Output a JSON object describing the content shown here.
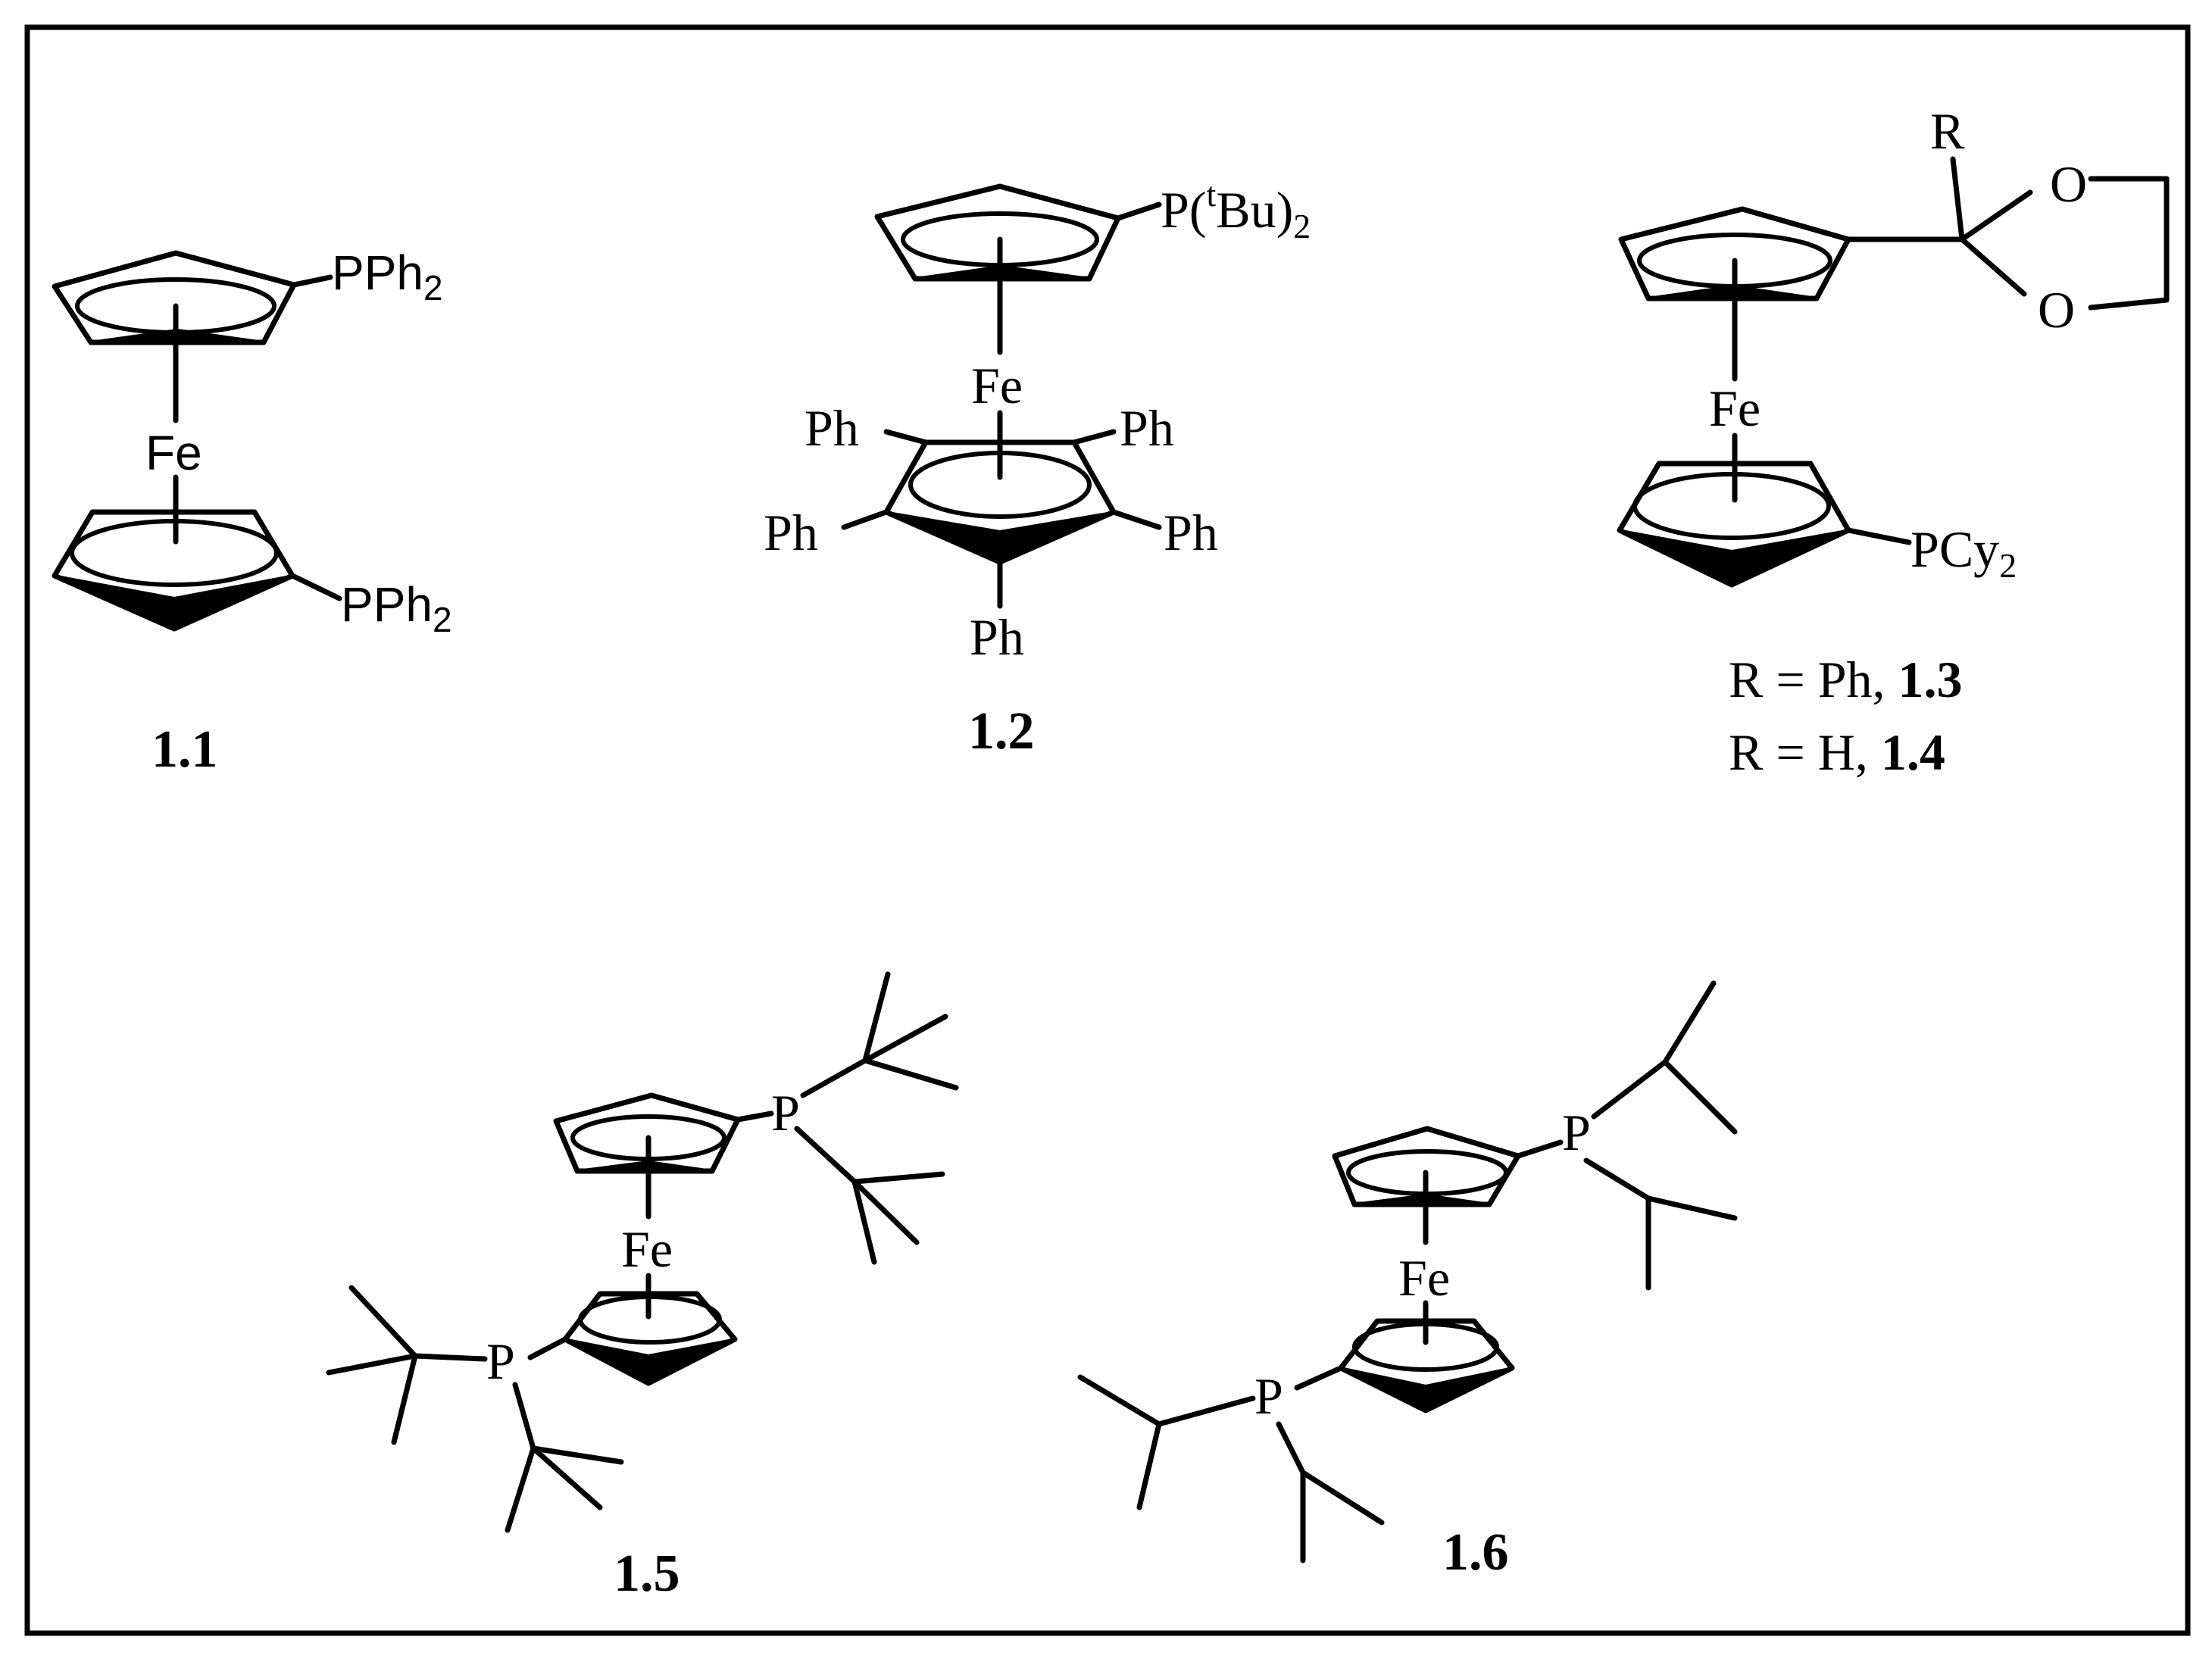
{
  "compounds": [
    {
      "id": "1.1",
      "metal": "Fe",
      "top_substituent": "PPh",
      "top_substituent_sub": "2",
      "bottom_substituent": "PPh",
      "bottom_substituent_sub": "2"
    },
    {
      "id": "1.2",
      "metal": "Fe",
      "phosphine_prefix": "P(",
      "phosphine_super": "t",
      "phosphine_group": "Bu)",
      "phosphine_sub": "2",
      "phenyls": [
        "Ph",
        "Ph",
        "Ph",
        "Ph",
        "Ph"
      ]
    },
    {
      "id_lines": [
        {
          "text": "R = Ph, ",
          "bold": "1.3"
        },
        {
          "text": "R = H, ",
          "bold": "1.4"
        }
      ],
      "metal": "Fe",
      "r_label": "R",
      "o_upper": "O",
      "o_lower": "O",
      "phosphine": "PCy",
      "phosphine_sub": "2"
    },
    {
      "id": "1.5",
      "metal": "Fe",
      "p_upper": "P",
      "p_lower": "P"
    },
    {
      "id": "1.6",
      "metal": "Fe",
      "p_upper": "P",
      "p_lower": "P"
    }
  ]
}
